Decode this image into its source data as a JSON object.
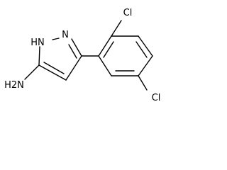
{
  "atoms": {
    "nh": "HN",
    "n": "N",
    "cl_top": "Cl",
    "cl_bottom": "Cl",
    "nh2": "H2N"
  }
}
